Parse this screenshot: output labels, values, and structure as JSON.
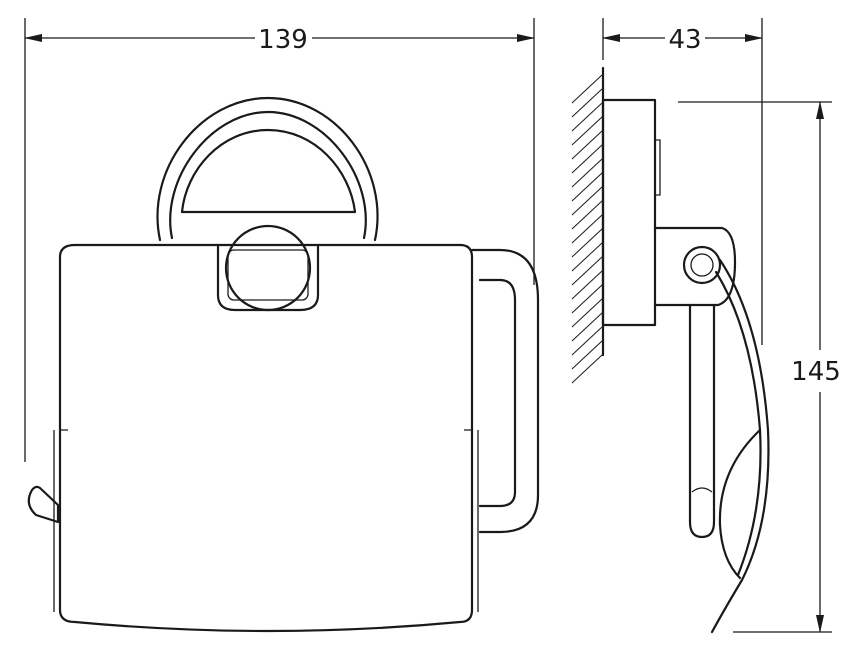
{
  "dimensions": {
    "width_label": "139",
    "depth_label": "43",
    "height_label": "145"
  },
  "colors": {
    "line": "#1a1a1a",
    "background": "#ffffff"
  }
}
